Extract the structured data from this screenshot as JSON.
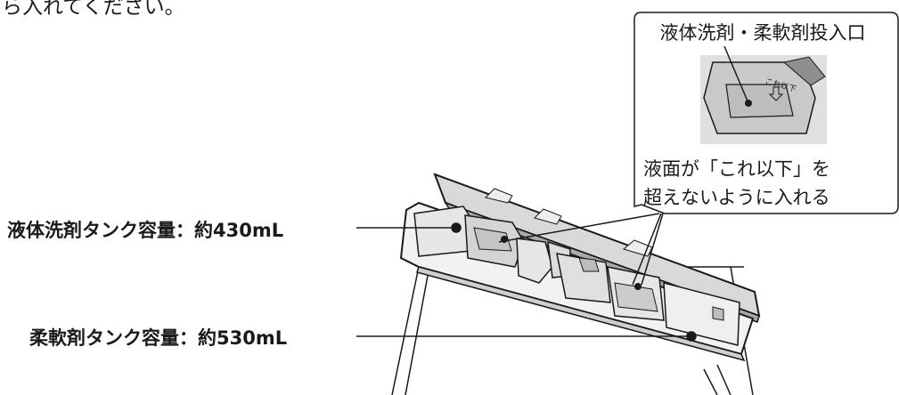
{
  "header": {
    "partial_text": "ら入れてください。"
  },
  "labels": {
    "liquid_tank": "液体洗剤タンク容量：約430mL",
    "softener_tank": "柔軟剤タンク容量：約530mL"
  },
  "callout": {
    "title": "液体洗剤・柔軟剤投入口",
    "fill_mark": "これ以下",
    "note_line1": "液面が「これ以下」を",
    "note_line2": "超えないように入れる"
  },
  "colors": {
    "line": "#1a1a1a",
    "fill_light": "#f2f2f2",
    "fill_mid": "#d9d9d9",
    "fill_dark": "#bdbdbd"
  }
}
